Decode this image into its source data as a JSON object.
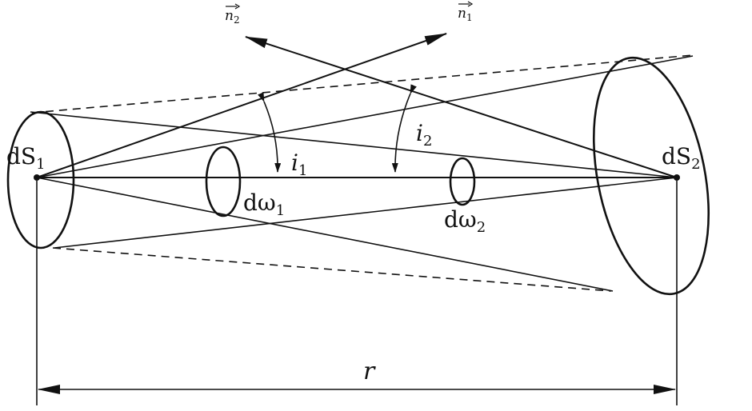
{
  "labels": {
    "n2": "n",
    "n2_sub": "2",
    "n1": "n",
    "n1_sub": "1",
    "i1": "i",
    "i1_sub": "1",
    "i2": "i",
    "i2_sub": "2",
    "dS1": "dS",
    "dS1_sub": "1",
    "dS2": "dS",
    "dS2_sub": "2",
    "domega1": "dω",
    "domega1_sub": "1",
    "domega2": "dω",
    "domega2_sub": "2",
    "r": "r"
  }
}
